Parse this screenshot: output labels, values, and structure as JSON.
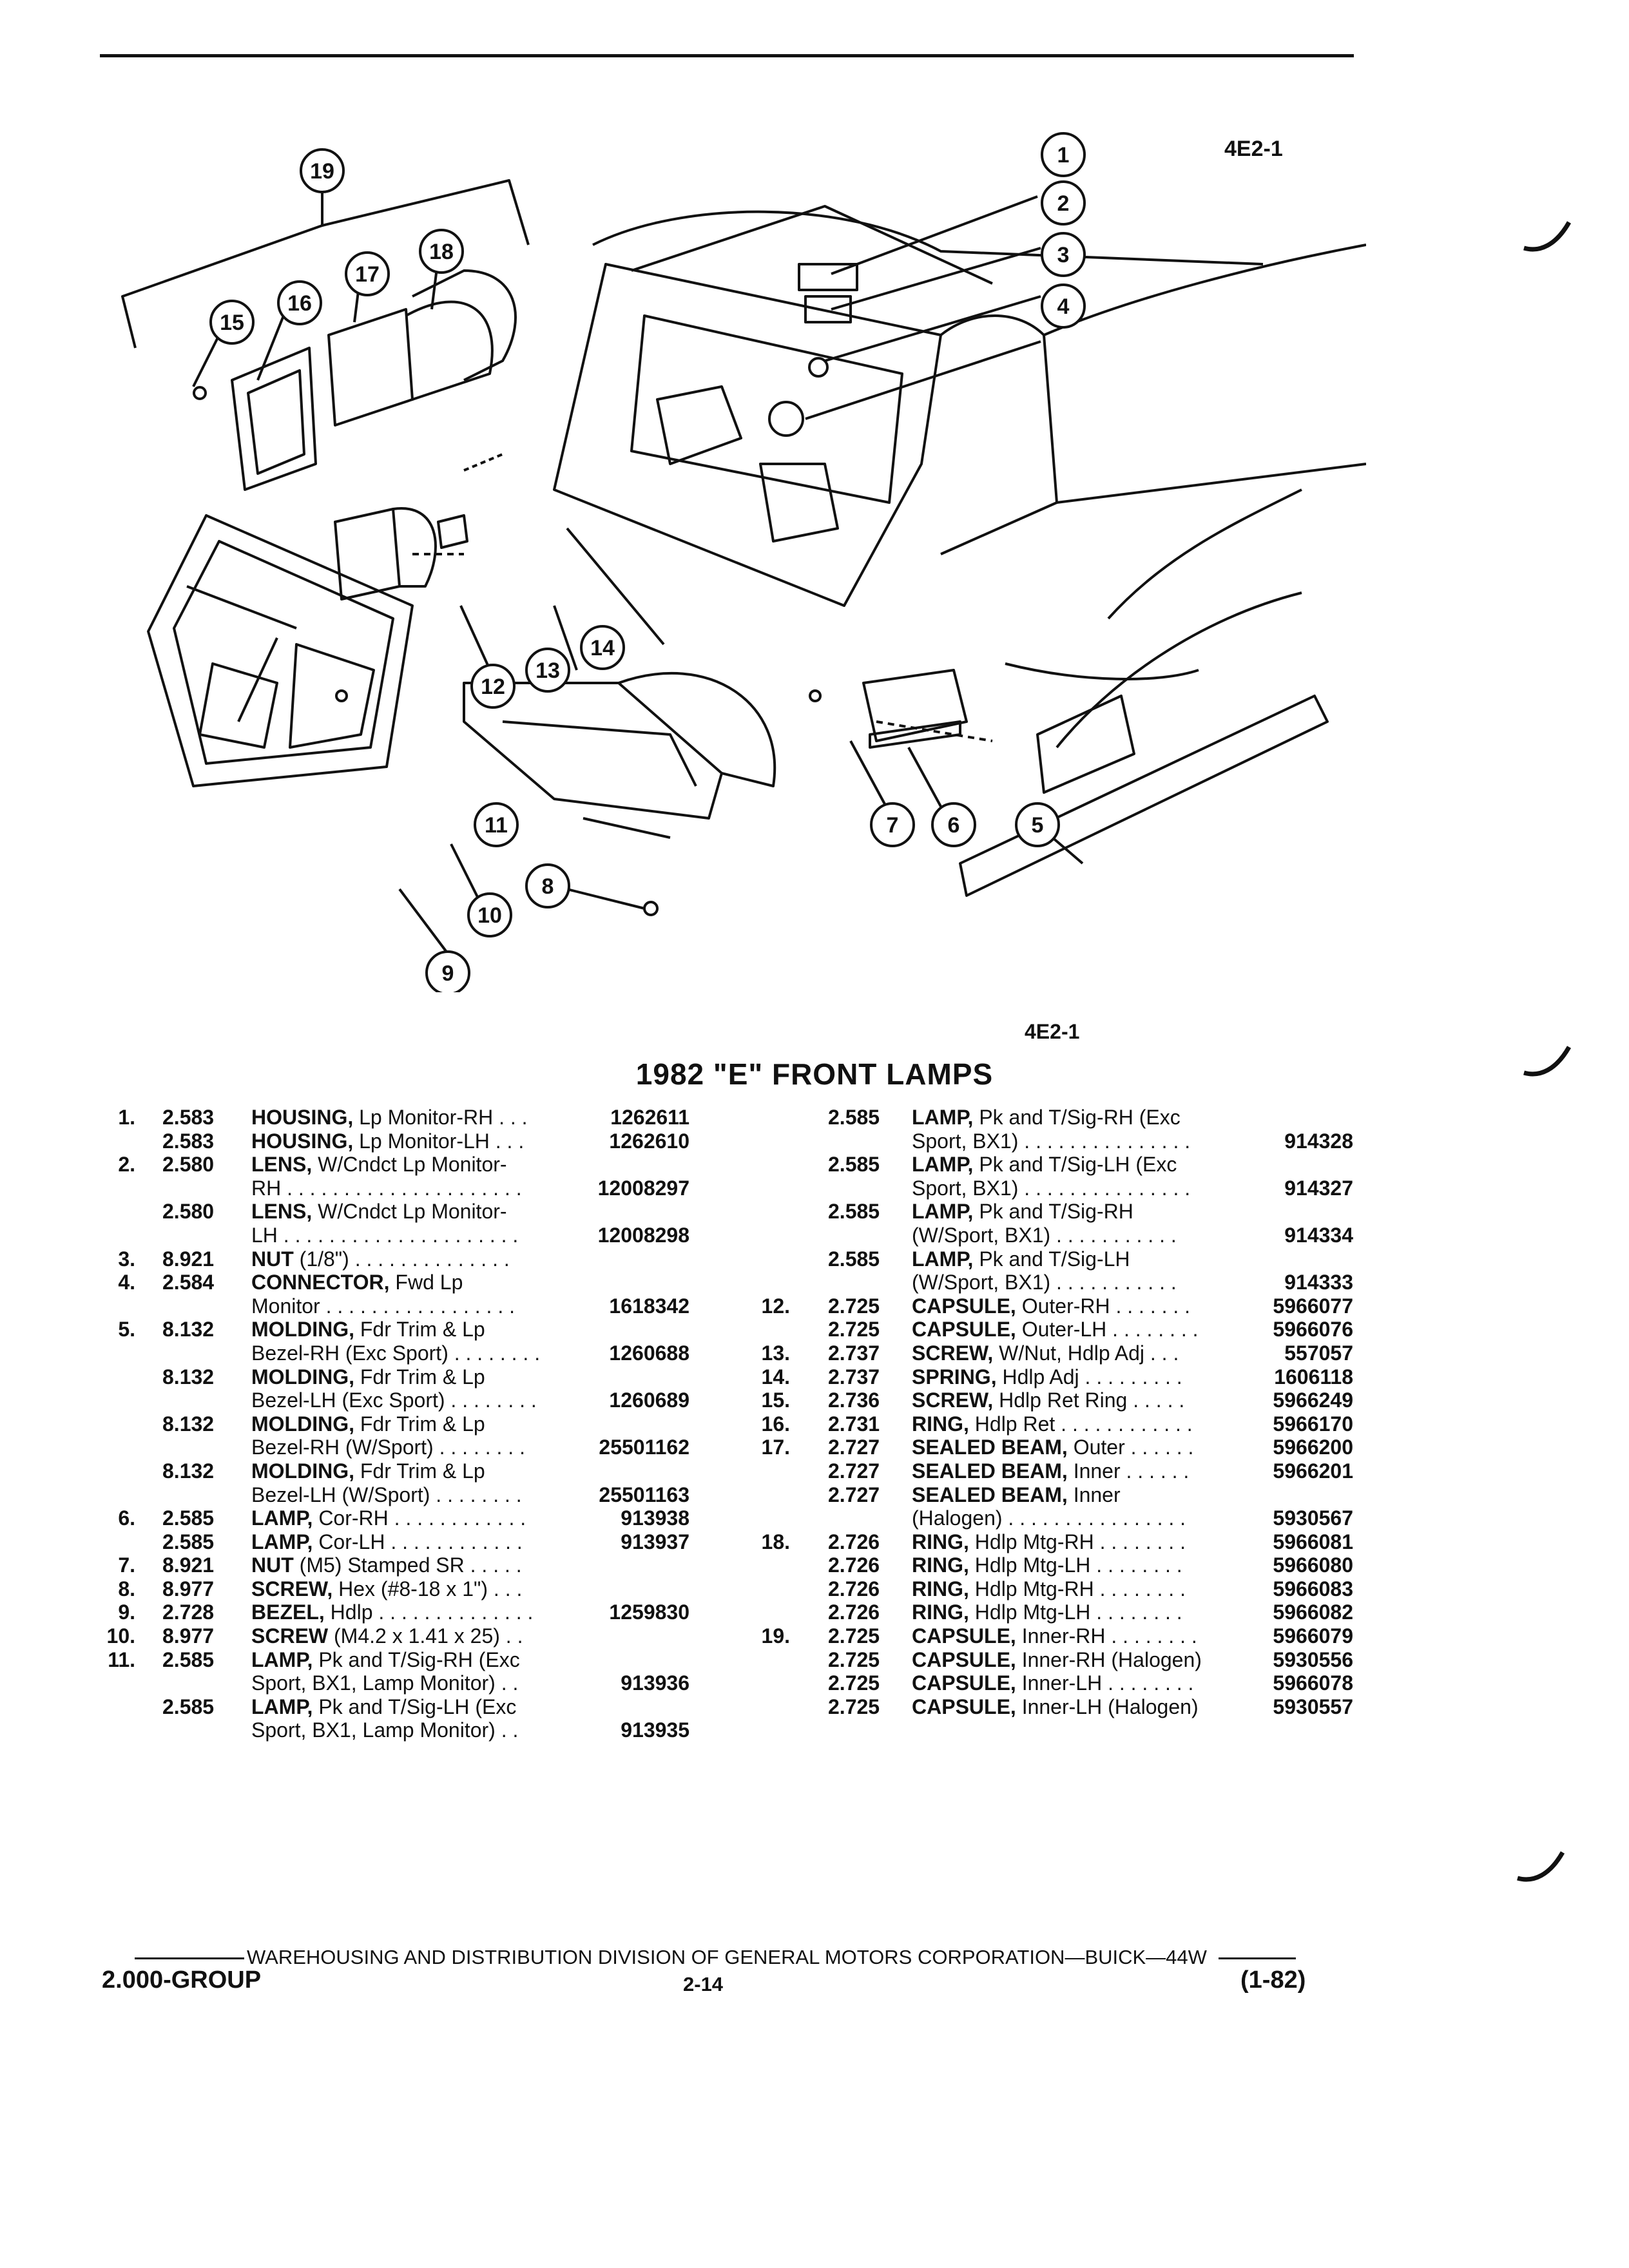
{
  "header": {
    "figure_code_top": "4E2-1"
  },
  "diagram": {
    "callouts": [
      "1",
      "2",
      "3",
      "4",
      "5",
      "6",
      "7",
      "8",
      "9",
      "10",
      "11",
      "12",
      "13",
      "14",
      "15",
      "16",
      "17",
      "18",
      "19"
    ],
    "figure_code_bottom": "4E2-1"
  },
  "title": "1982 \"E\" FRONT LAMPS",
  "left_column": [
    {
      "num": "1.",
      "grp": "2.583",
      "bold": "HOUSING,",
      "rest": " Lp Monitor-RH . . .",
      "part": "1262611"
    },
    {
      "num": "",
      "grp": "2.583",
      "bold": "HOUSING,",
      "rest": " Lp Monitor-LH . . .",
      "part": "1262610"
    },
    {
      "num": "2.",
      "grp": "2.580",
      "bold": "LENS,",
      "rest": " W/Cndct Lp Monitor-",
      "part": ""
    },
    {
      "num": "",
      "grp": "",
      "bold": "",
      "rest": "RH . . . . . . . . . . . . . . . . . . . . .",
      "part": "12008297"
    },
    {
      "num": "",
      "grp": "2.580",
      "bold": "LENS,",
      "rest": " W/Cndct Lp Monitor-",
      "part": ""
    },
    {
      "num": "",
      "grp": "",
      "bold": "",
      "rest": "LH . . . . . . . . . . . . . . . . . . . . .",
      "part": "12008298"
    },
    {
      "num": "3.",
      "grp": "8.921",
      "bold": "NUT",
      "rest": " (1/8\") . . . . . . . . . . . . . .",
      "part": ""
    },
    {
      "num": "4.",
      "grp": "2.584",
      "bold": "CONNECTOR,",
      "rest": " Fwd Lp",
      "part": ""
    },
    {
      "num": "",
      "grp": "",
      "bold": "",
      "rest": "Monitor . . . . . . . . . . . . . . . . .",
      "part": "1618342"
    },
    {
      "num": "5.",
      "grp": "8.132",
      "bold": "MOLDING,",
      "rest": " Fdr Trim & Lp",
      "part": ""
    },
    {
      "num": "",
      "grp": "",
      "bold": "",
      "rest": "Bezel-RH (Exc Sport) . . . . . . . .",
      "part": "1260688"
    },
    {
      "num": "",
      "grp": "8.132",
      "bold": "MOLDING,",
      "rest": " Fdr Trim & Lp",
      "part": ""
    },
    {
      "num": "",
      "grp": "",
      "bold": "",
      "rest": "Bezel-LH (Exc Sport) . . . . . . . .",
      "part": "1260689"
    },
    {
      "num": "",
      "grp": "8.132",
      "bold": "MOLDING,",
      "rest": " Fdr Trim & Lp",
      "part": ""
    },
    {
      "num": "",
      "grp": "",
      "bold": "",
      "rest": "Bezel-RH (W/Sport) . . . . . . . .",
      "part": "25501162"
    },
    {
      "num": "",
      "grp": "8.132",
      "bold": "MOLDING,",
      "rest": " Fdr Trim & Lp",
      "part": ""
    },
    {
      "num": "",
      "grp": "",
      "bold": "",
      "rest": "Bezel-LH (W/Sport) . . . . . . . .",
      "part": "25501163"
    },
    {
      "num": "6.",
      "grp": "2.585",
      "bold": "LAMP,",
      "rest": " Cor-RH . . . . . . . . . . . .",
      "part": "913938"
    },
    {
      "num": "",
      "grp": "2.585",
      "bold": "LAMP,",
      "rest": " Cor-LH . . . . . . . . . . . .",
      "part": "913937"
    },
    {
      "num": "7.",
      "grp": "8.921",
      "bold": "NUT",
      "rest": " (M5) Stamped SR . . . . .",
      "part": ""
    },
    {
      "num": "8.",
      "grp": "8.977",
      "bold": "SCREW,",
      "rest": " Hex (#8-18 x 1\") . . .",
      "part": ""
    },
    {
      "num": "9.",
      "grp": "2.728",
      "bold": "BEZEL,",
      "rest": " Hdlp . . . . . . . . . . . . . .",
      "part": "1259830"
    },
    {
      "num": "10.",
      "grp": "8.977",
      "bold": "SCREW",
      "rest": " (M4.2 x 1.41 x 25) . .",
      "part": ""
    },
    {
      "num": "11.",
      "grp": "2.585",
      "bold": "LAMP,",
      "rest": " Pk and T/Sig-RH (Exc",
      "part": ""
    },
    {
      "num": "",
      "grp": "",
      "bold": "",
      "rest": "Sport, BX1, Lamp Monitor) . .",
      "part": "913936"
    },
    {
      "num": "",
      "grp": "2.585",
      "bold": "LAMP,",
      "rest": " Pk and T/Sig-LH (Exc",
      "part": ""
    },
    {
      "num": "",
      "grp": "",
      "bold": "",
      "rest": "Sport, BX1, Lamp Monitor) . .",
      "part": "913935"
    }
  ],
  "right_column": [
    {
      "num": "",
      "grp": "2.585",
      "bold": "LAMP,",
      "rest": " Pk and T/Sig-RH (Exc",
      "part": ""
    },
    {
      "num": "",
      "grp": "",
      "bold": "",
      "rest": "Sport, BX1) . . . . . . . . . . . . . . .",
      "part": "914328"
    },
    {
      "num": "",
      "grp": "2.585",
      "bold": "LAMP,",
      "rest": " Pk and T/Sig-LH (Exc",
      "part": ""
    },
    {
      "num": "",
      "grp": "",
      "bold": "",
      "rest": "Sport, BX1) . . . . . . . . . . . . . . .",
      "part": "914327"
    },
    {
      "num": "",
      "grp": "2.585",
      "bold": "LAMP,",
      "rest": " Pk and T/Sig-RH",
      "part": ""
    },
    {
      "num": "",
      "grp": "",
      "bold": "",
      "rest": "(W/Sport, BX1) . . . . . . . . . . .",
      "part": "914334"
    },
    {
      "num": "",
      "grp": "2.585",
      "bold": "LAMP,",
      "rest": " Pk and T/Sig-LH",
      "part": ""
    },
    {
      "num": "",
      "grp": "",
      "bold": "",
      "rest": "(W/Sport, BX1) . . . . . . . . . . .",
      "part": "914333"
    },
    {
      "num": "12.",
      "grp": "2.725",
      "bold": "CAPSULE,",
      "rest": " Outer-RH . . . . . . .",
      "part": "5966077"
    },
    {
      "num": "",
      "grp": "2.725",
      "bold": "CAPSULE,",
      "rest": " Outer-LH . . . . . . . .",
      "part": "5966076"
    },
    {
      "num": "13.",
      "grp": "2.737",
      "bold": "SCREW,",
      "rest": " W/Nut, Hdlp Adj . . .",
      "part": "557057"
    },
    {
      "num": "14.",
      "grp": "2.737",
      "bold": "SPRING,",
      "rest": " Hdlp Adj . . . . . . . . .",
      "part": "1606118"
    },
    {
      "num": "15.",
      "grp": "2.736",
      "bold": "SCREW,",
      "rest": " Hdlp Ret Ring . . . . .",
      "part": "5966249"
    },
    {
      "num": "16.",
      "grp": "2.731",
      "bold": "RING,",
      "rest": " Hdlp Ret . . . . . . . . . . . .",
      "part": "5966170"
    },
    {
      "num": "17.",
      "grp": "2.727",
      "bold": "SEALED BEAM,",
      "rest": " Outer . . . . . .",
      "part": "5966200"
    },
    {
      "num": "",
      "grp": "2.727",
      "bold": "SEALED BEAM,",
      "rest": " Inner . . . . . .",
      "part": "5966201"
    },
    {
      "num": "",
      "grp": "2.727",
      "bold": "SEALED BEAM,",
      "rest": " Inner",
      "part": ""
    },
    {
      "num": "",
      "grp": "",
      "bold": "",
      "rest": "(Halogen) . . . . . . . . . . . . . . . .",
      "part": "5930567"
    },
    {
      "num": "18.",
      "grp": "2.726",
      "bold": "RING,",
      "rest": " Hdlp Mtg-RH . . . . . . . .",
      "part": "5966081"
    },
    {
      "num": "",
      "grp": "2.726",
      "bold": "RING,",
      "rest": " Hdlp Mtg-LH . . . . . . . .",
      "part": "5966080"
    },
    {
      "num": "",
      "grp": "2.726",
      "bold": "RING,",
      "rest": " Hdlp Mtg-RH . . . . . . . .",
      "part": "5966083"
    },
    {
      "num": "",
      "grp": "2.726",
      "bold": "RING,",
      "rest": " Hdlp Mtg-LH . . . . . . . .",
      "part": "5966082"
    },
    {
      "num": "19.",
      "grp": "2.725",
      "bold": "CAPSULE,",
      "rest": " Inner-RH . . . . . . . .",
      "part": "5966079"
    },
    {
      "num": "",
      "grp": "2.725",
      "bold": "CAPSULE,",
      "rest": " Inner-RH (Halogen)",
      "part": "5930556"
    },
    {
      "num": "",
      "grp": "2.725",
      "bold": "CAPSULE,",
      "rest": " Inner-LH . . . . . . . .",
      "part": "5966078"
    },
    {
      "num": "",
      "grp": "2.725",
      "bold": "CAPSULE,",
      "rest": " Inner-LH (Halogen)",
      "part": "5930557"
    }
  ],
  "footer": {
    "line": "WAREHOUSING AND DISTRIBUTION  DIVISION OF GENERAL MOTORS CORPORATION—BUICK—44W",
    "group": "2.000-GROUP",
    "page": "2-14",
    "date": "(1-82)"
  }
}
